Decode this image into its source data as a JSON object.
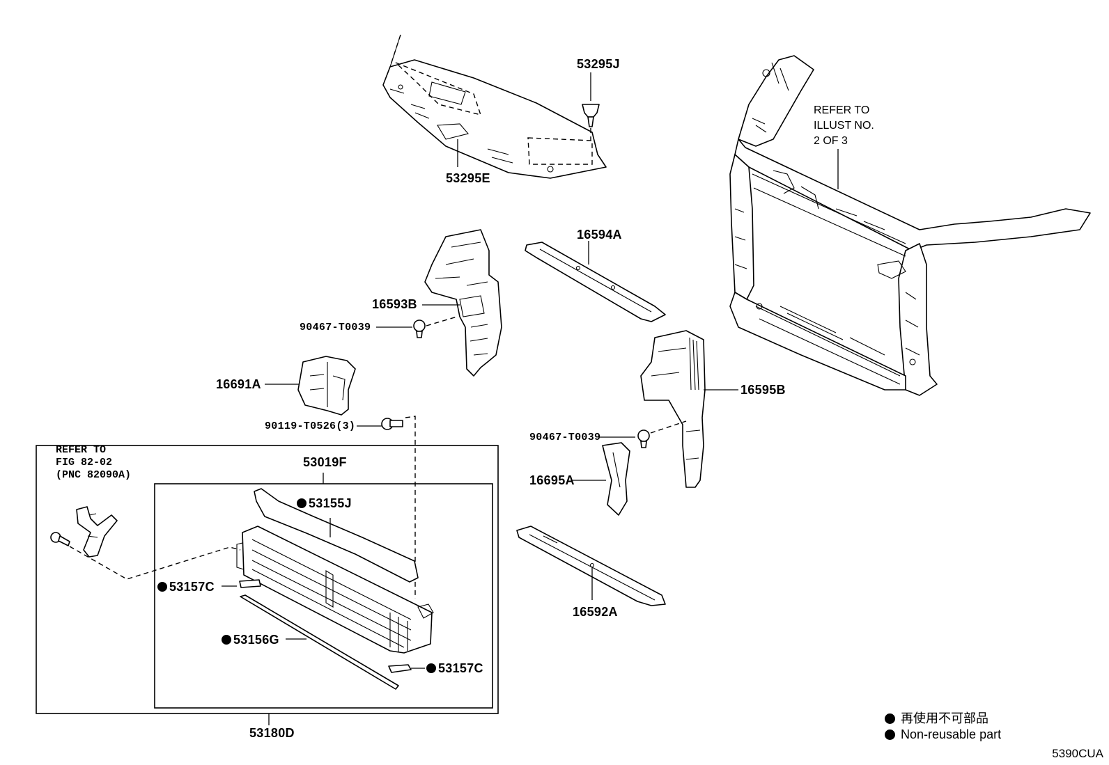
{
  "labels": {
    "p53295J": "53295J",
    "p53295E": "53295E",
    "p16594A": "16594A",
    "p16593B": "16593B",
    "p90467a": "90467-T0039",
    "p16691A": "16691A",
    "p90119": "90119-T0526(3)",
    "p16595B": "16595B",
    "p90467b": "90467-T0039",
    "p16695A": "16695A",
    "p53019F": "53019F",
    "p53155J": "53155J",
    "p53157C_left": "53157C",
    "p53156G": "53156G",
    "p53157C_right": "53157C",
    "p16592A": "16592A",
    "p53180D": "53180D"
  },
  "refer_illust": [
    "REFER TO",
    "ILLUST NO.",
    "2 OF 3"
  ],
  "refer_fig": [
    "REFER TO",
    "FIG 82-02",
    "(PNC 82090A)"
  ],
  "legend": {
    "japanese": "再使用不可部品",
    "english": "Non-reusable part"
  },
  "drawing_code": "5390CUA"
}
